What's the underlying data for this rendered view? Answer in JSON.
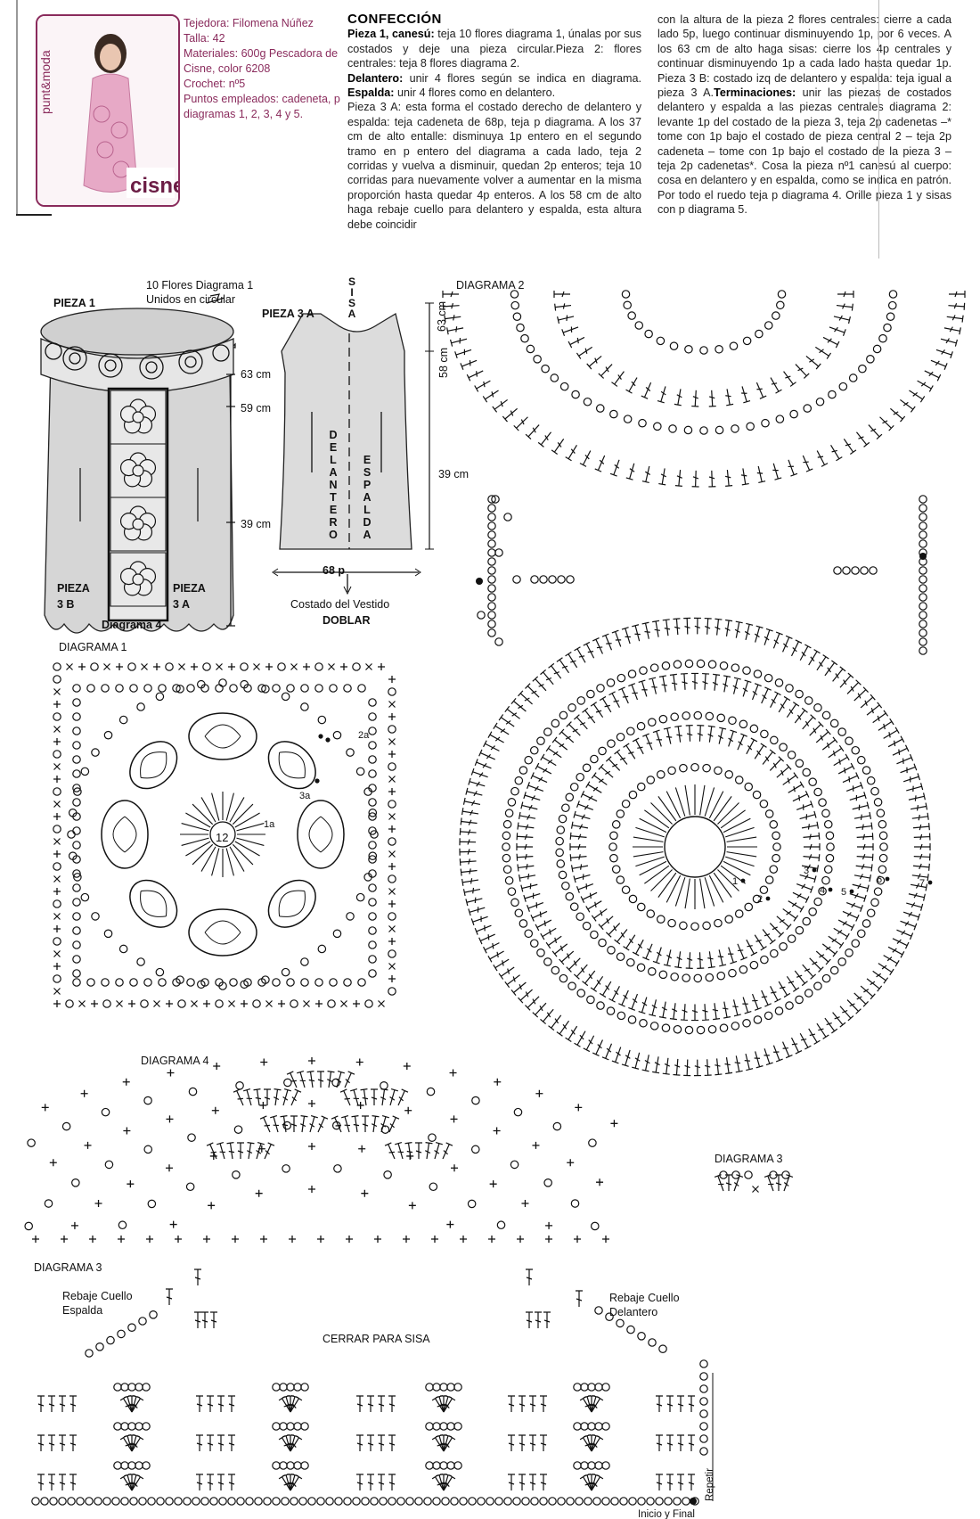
{
  "brand": {
    "side": "punt&moda",
    "logo": "cisne"
  },
  "credits": {
    "knitter": "Tejedora: Filomena Núñez",
    "size": "Talla: 42",
    "materials": "Materiales: 600g Pescadora de Cisne, color 6208",
    "hook": "Crochet: nº5",
    "stitches": "Puntos empleados: cadeneta, p diagramas 1, 2, 3, 4 y 5."
  },
  "instructions": {
    "heading": "CONFECCIÓN",
    "col1": [
      {
        "b": "Pieza 1, canesú:",
        "t": " teja 10 flores diagrama 1, únalas por sus costados y deje una pieza circular."
      },
      {
        "b": "",
        "t": "Pieza 2: flores centrales: teja 8 flores diagrama 2."
      },
      {
        "b": "Delantero:",
        "t": " unir 4 flores según se indica en diagrama. "
      },
      {
        "b": "Espalda:",
        "t": " unir 4 flores como en delantero."
      },
      {
        "b": "",
        "t": "Pieza 3 A: esta forma el costado derecho de delantero y espalda: teja cadeneta de 68p, teja p diagrama. A los 37 cm de alto entalle: disminuya 1p entero en el segundo tramo en p entero del diagrama a cada lado, teja 2 corridas y vuelva a disminuir, quedan 2p enteros; teja 10 corridas para nuevamente volver a aumentar en la misma proporción hasta quedar 4p enteros. A los 58 cm de alto haga rebaje cuello para delantero y espalda, esta altura debe coincidir"
      }
    ],
    "col2": [
      {
        "b": "",
        "t": "con la altura de la pieza 2 flores centrales: cierre a cada lado 5p, luego continuar disminuyendo 1p, por 6 veces. A los 63 cm de alto haga sisas: cierre los 4p centrales y continuar disminuyendo 1p a cada lado hasta quedar 1p. Pieza 3 B: costado izq de delantero y espalda: teja igual a pieza 3 A."
      },
      {
        "b": "Terminaciones:",
        "t": " unir las piezas de costados delantero y espalda a las piezas centrales diagrama 2: levante 1p del costado de la pieza 3, teja 2p cadenetas –* tome con 1p bajo el costado de pieza central 2 – teja 2p cadeneta – tome con 1p bajo el costado de la pieza 3 – teja 2p cadenetas*. Cosa la pieza nº1 canesú al cuerpo: cosa en delantero y en espalda, como se indica en patrón. Por todo el ruedo teja p diagrama 4. Orille pieza 1 y sisas con p diagrama 5."
      }
    ]
  },
  "schematic": {
    "flowers_label": "10 Flores Diagrama 1",
    "flowers_label2": "Unidos en circular",
    "pieza1": "PIEZA 1",
    "pieza3a_top": "PIEZA 3 A",
    "m63": "63 cm",
    "m59": "59 cm",
    "m39": "39 cm",
    "m63b": "63 cm",
    "m58": "58 cm",
    "m39b": "39 cm",
    "pieza3b": "PIEZA",
    "pieza3b2": "3 B",
    "pieza3a": "PIEZA",
    "pieza3a2": "3 A",
    "diag4": "Diagrama 4",
    "sisa": [
      "S",
      "I",
      "S",
      "A"
    ],
    "delantero": [
      "D",
      "E",
      "L",
      "A",
      "N",
      "T",
      "E",
      "R",
      "O"
    ],
    "espalda": [
      "E",
      "S",
      "P",
      "A",
      "L",
      "D",
      "A"
    ],
    "p68": "68 p",
    "costado": "Costado del Vestido",
    "doblar": "DOBLAR"
  },
  "diagrams": {
    "d1": "DIAGRAMA 1",
    "d1_center": "12",
    "d1_3a": "3a",
    "d1_1a": "1a",
    "d1_2a": "2a",
    "d2": "DIAGRAMA 2",
    "d2_nums": [
      "1",
      "2",
      "3",
      "4",
      "5",
      "6",
      "7"
    ],
    "d4": "DIAGRAMA 4",
    "d3_small": "DIAGRAMA 3",
    "d3": "DIAGRAMA 3",
    "rebaje_espalda": "Rebaje Cuello",
    "rebaje_espalda2": "Espalda",
    "rebaje_delantero": "Rebaje Cuello",
    "rebaje_delantero2": "Delantero",
    "cerrar": "CERRAR PARA SISA",
    "repetir": "Repetir",
    "inicio": "Inicio y Final"
  }
}
